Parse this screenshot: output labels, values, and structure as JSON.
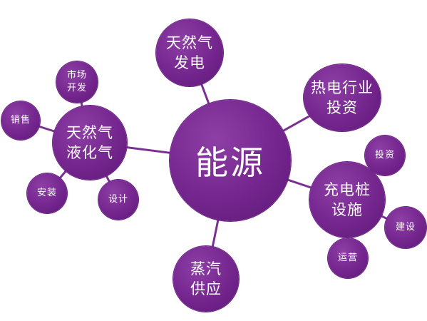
{
  "hub": {
    "label": "能源"
  },
  "gas_power": {
    "label": "天然气\n发电"
  },
  "thermal_investment": {
    "label": "热电行业\n投资"
  },
  "lng": {
    "label": "天然气\n液化气"
  },
  "charging": {
    "label": "充电桩\n设施"
  },
  "steam": {
    "label": "蒸汽\n供应"
  },
  "lng_children": {
    "market": {
      "label": "市场\n开发"
    },
    "sales": {
      "label": "销售"
    },
    "install": {
      "label": "安装"
    },
    "design": {
      "label": "设计"
    }
  },
  "charging_children": {
    "invest": {
      "label": "投资"
    },
    "build": {
      "label": "建设"
    },
    "ops": {
      "label": "运营"
    }
  },
  "colors": {
    "node": "#74268e",
    "link": "#7b2f92",
    "text": "#ffffff"
  }
}
